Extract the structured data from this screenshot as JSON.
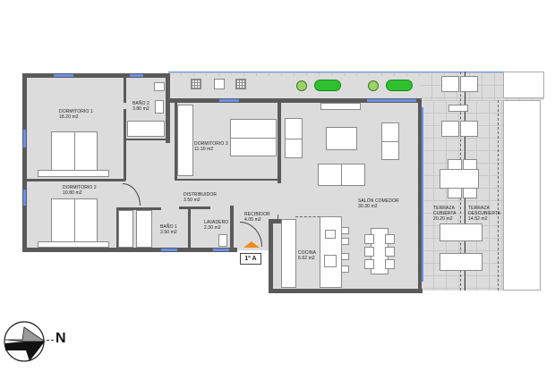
{
  "plan": {
    "unit_tag": "1º A",
    "north_label": "N",
    "rooms": [
      {
        "name": "DORMITORIO 1",
        "area": "18.20 m2"
      },
      {
        "name": "BAÑO 2",
        "area": "3.80 m2"
      },
      {
        "name": "DORMITORIO 3",
        "area": "11.10 m2"
      },
      {
        "name": "DORMITORIO 2",
        "area": "10.80 m2"
      },
      {
        "name": "DISTRIBUIDOR",
        "area": "3.50 m2"
      },
      {
        "name": "BAÑO 1",
        "area": "3.50 m2"
      },
      {
        "name": "LAVADERO",
        "area": "2.30 m2"
      },
      {
        "name": "RECIBIDOR",
        "area": "4.05 m2"
      },
      {
        "name": "SALÓN COMEDOR",
        "area": "30.30 m2"
      },
      {
        "name": "COCINA",
        "area": "6.62 m2"
      },
      {
        "name": "TERRAZA CUBIERTA",
        "area": "20.20 m2"
      },
      {
        "name": "TERRAZA DESCUBIERTA",
        "area": "14.52 m2"
      }
    ],
    "colors": {
      "floor": "#dcdcdc",
      "wall": "#5a5a5a",
      "window": "#6a8fe8",
      "entrance_arrow": "#f08a1c",
      "plant": "#2fbf2f"
    }
  }
}
